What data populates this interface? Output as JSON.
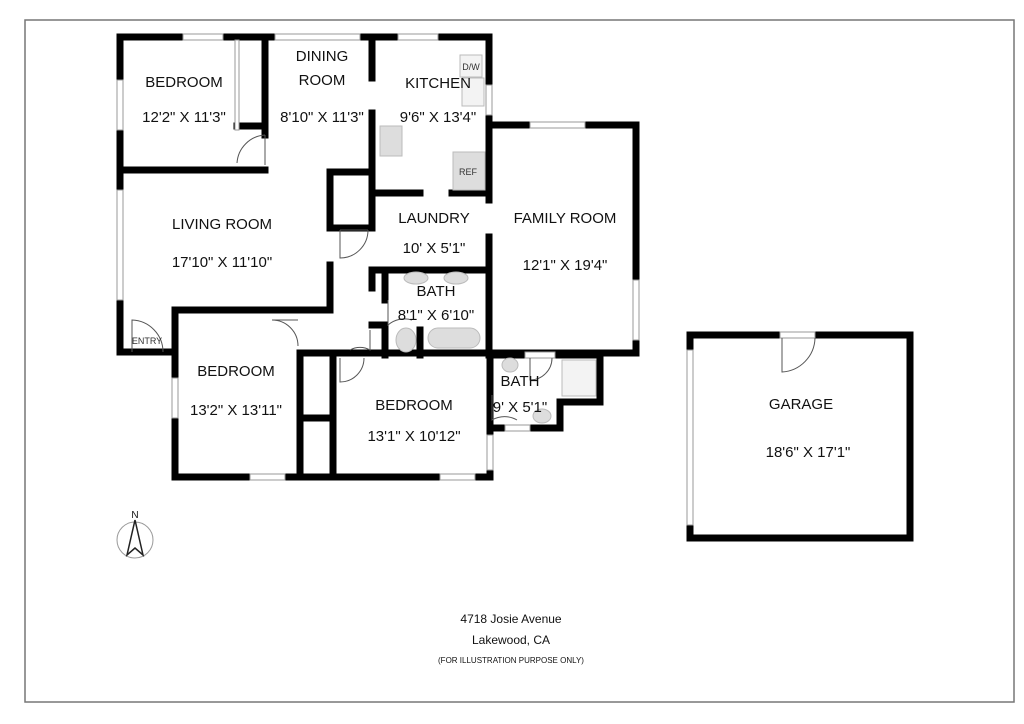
{
  "rooms": {
    "bedroom1": {
      "name": "BEDROOM",
      "size": "12'2\" X 11'3\""
    },
    "dining": {
      "name_line1": "DINING",
      "name_line2": "ROOM",
      "size": "8'10\" X 11'3\""
    },
    "kitchen": {
      "name": "KITCHEN",
      "size": "9'6\" X 13'4\""
    },
    "living": {
      "name": "LIVING ROOM",
      "size": "17'10\" X 11'10\""
    },
    "laundry": {
      "name": "LAUNDRY",
      "size": "10' X 5'1\""
    },
    "family": {
      "name": "FAMILY ROOM",
      "size": "12'1\" X 19'4\""
    },
    "bath1": {
      "name": "BATH",
      "size": "8'1\" X 6'10\""
    },
    "bedroom2": {
      "name": "BEDROOM",
      "size": "13'2\" X 13'11\""
    },
    "bedroom3": {
      "name": "BEDROOM",
      "size": "13'1\" X 10'12\""
    },
    "bath2": {
      "name": "BATH",
      "size": "9' X 5'1\""
    },
    "garage": {
      "name": "GARAGE",
      "size": "18'6\" X 17'1\""
    }
  },
  "fixtures": {
    "entry": "ENTRY",
    "dishwasher": "D/W",
    "refrigerator": "REF"
  },
  "compass": {
    "north": "N"
  },
  "footer": {
    "address": "4718 Josie Avenue",
    "city": "Lakewood, CA",
    "note": "(FOR ILLUSTRATION PURPOSE ONLY)"
  }
}
